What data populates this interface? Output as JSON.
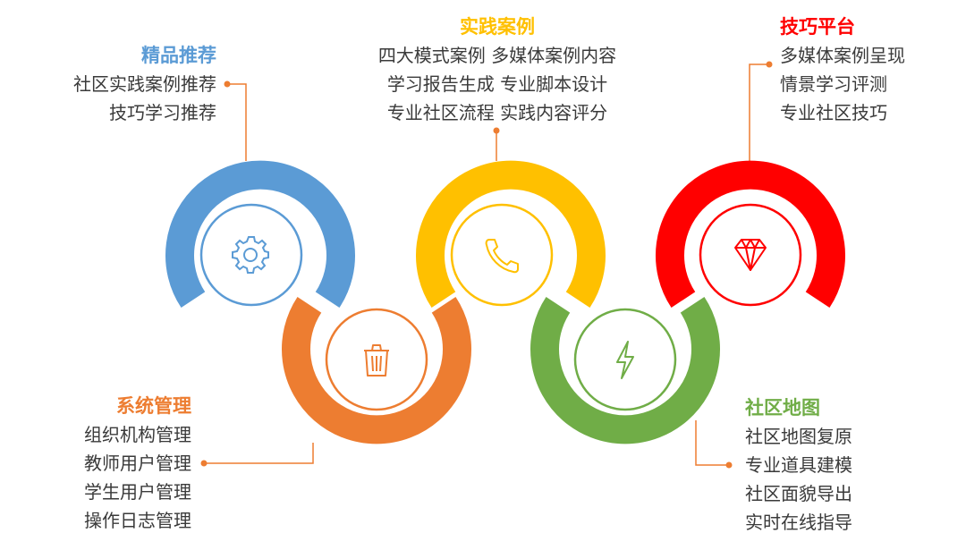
{
  "colors": {
    "blue": "#5B9BD5",
    "yellow": "#FFC000",
    "red": "#FF0000",
    "orange": "#ED7D31",
    "green": "#70AD47",
    "text": "#3a3a3a"
  },
  "nodes": {
    "premium": {
      "icon": "gear-icon",
      "color": "#5B9BD5"
    },
    "practice": {
      "icon": "phone-icon",
      "color": "#FFC000"
    },
    "skills": {
      "icon": "diamond-icon",
      "color": "#FF0000"
    },
    "system": {
      "icon": "trash-icon",
      "color": "#ED7D31"
    },
    "map": {
      "icon": "lightning-icon",
      "color": "#70AD47"
    }
  },
  "sections": {
    "premium": {
      "title": "精品推荐",
      "items": [
        "社区实践案例推荐",
        "技巧学习推荐"
      ]
    },
    "practice": {
      "title": "实践案例",
      "items": [
        "四大模式案例   多媒体案例内容",
        "学习报告生成  专业脚本设计",
        "专业社区流程  实践内容评分"
      ]
    },
    "skills": {
      "title": "技巧平台",
      "items": [
        "多媒体案例呈现",
        "情景学习评测",
        "专业社区技巧"
      ]
    },
    "system": {
      "title": "系统管理",
      "items": [
        "组织机构管理",
        "教师用户管理",
        "学生用户管理",
        "操作日志管理"
      ]
    },
    "map": {
      "title": "社区地图",
      "items": [
        "社区地图复原",
        "专业道具建模",
        "社区面貌导出",
        "实时在线指导"
      ]
    }
  }
}
